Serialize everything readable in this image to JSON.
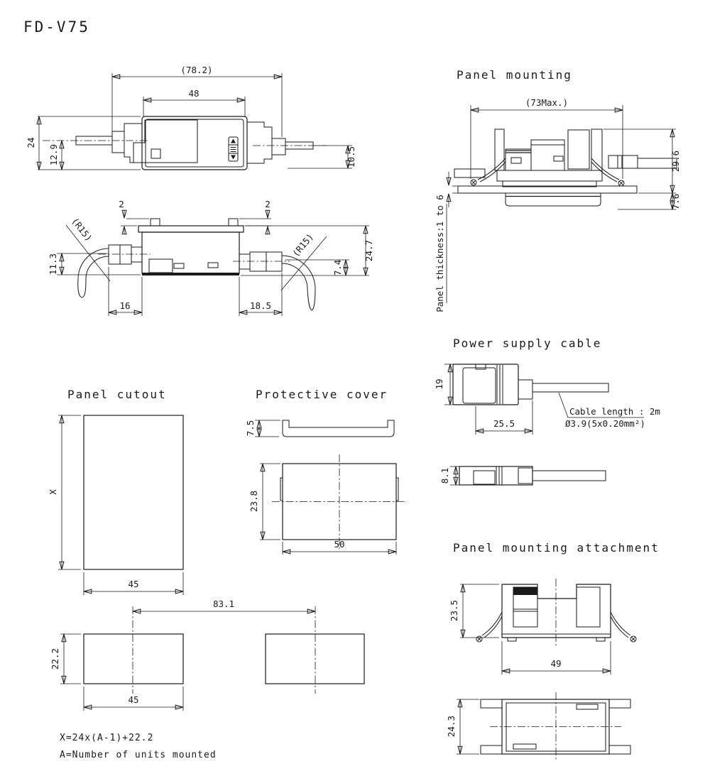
{
  "title": "FD-V75",
  "front_view": {
    "overall_width": "(78.2)",
    "body_width": "48",
    "height": "24",
    "inlet_height": "12.9",
    "outlet_height": "10.5"
  },
  "top_view": {
    "tab_height_left": "2",
    "tab_height_right": "2",
    "bend_radius_left": "(R15)",
    "bend_radius_right": "(R15)",
    "inlet_height": "11.3",
    "overall_depth": "24.7",
    "outlet_height": "7.4",
    "inlet_offset": "16",
    "outlet_offset": "18.5"
  },
  "panel_mounting": {
    "title": "Panel mounting",
    "max_width": "(73Max.)",
    "height_above_panel": "29.6",
    "depth_below_panel": "7.6",
    "panel_thickness_note": "Panel thickness:1 to 6"
  },
  "power_supply_cable": {
    "title": "Power supply cable",
    "connector_height": "19",
    "connector_length": "25.5",
    "connector_thickness": "8.1",
    "cable_length_note": "Cable length : 2m",
    "cable_spec": "Ø3.9(5x0.20mm²)"
  },
  "panel_cutout": {
    "title": "Panel cutout",
    "multi_height": "X",
    "multi_width": "45",
    "single_height": "22.2",
    "single_width": "45",
    "pitch": "83.1"
  },
  "protective_cover": {
    "title": "Protective cover",
    "height": "7.5",
    "depth": "23.8",
    "width": "50"
  },
  "attachment": {
    "title": "Panel mounting attachment",
    "height": "23.5",
    "width": "49",
    "depth": "24.3"
  },
  "notes": {
    "formula": "X=24x(A-1)+22.2",
    "legend": "A=Number of units mounted"
  }
}
